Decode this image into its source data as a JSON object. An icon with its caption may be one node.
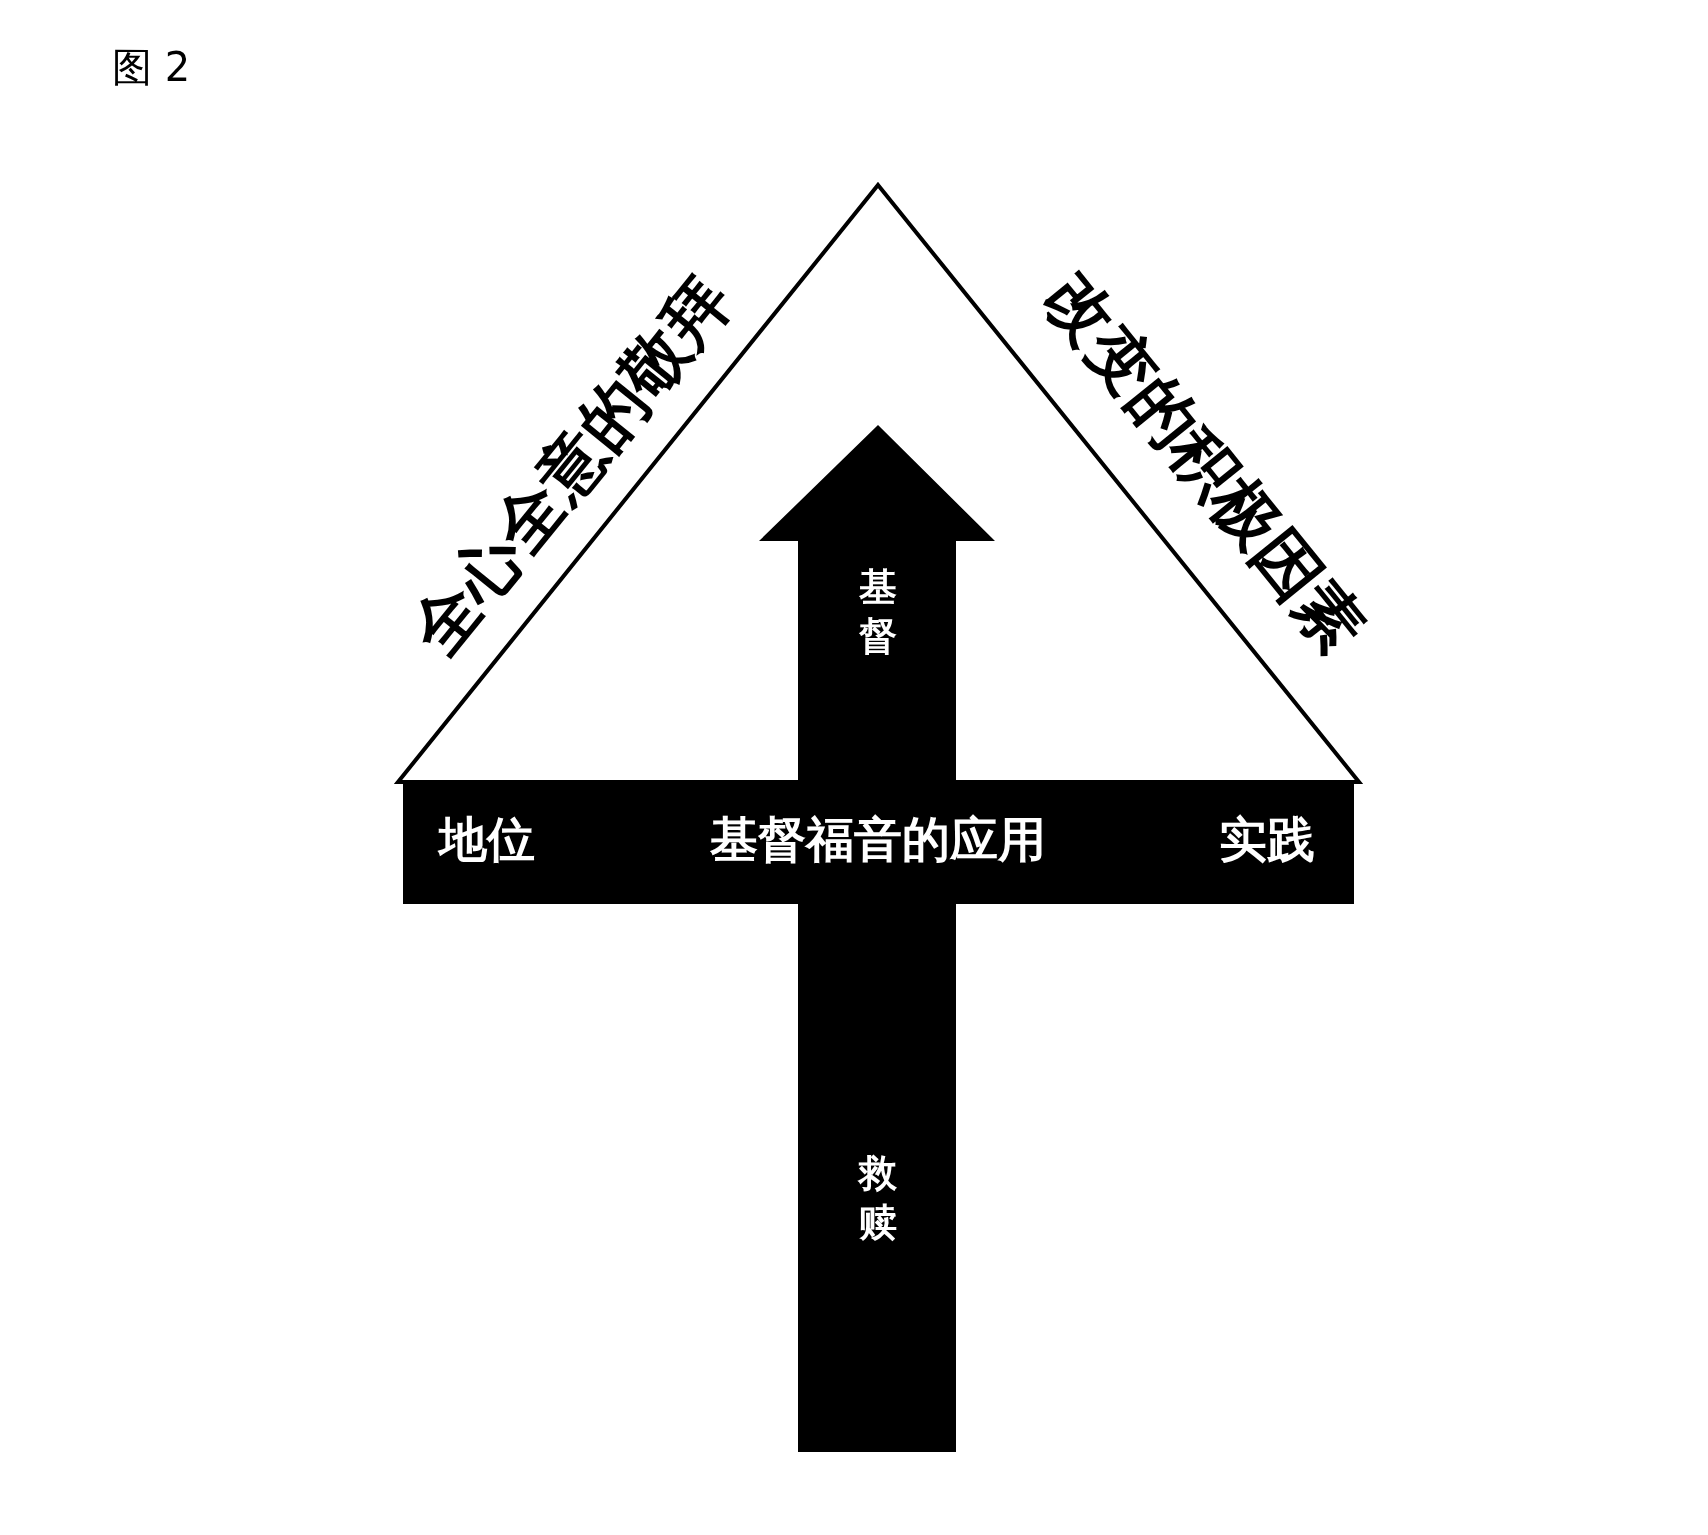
{
  "diagram": {
    "title": "图 2",
    "labels": [
      "全心全意的敬拜",
      "改变的积极因素",
      "基督",
      "地位",
      "基督福音的应用",
      "实践",
      "救赎"
    ]
  }
}
